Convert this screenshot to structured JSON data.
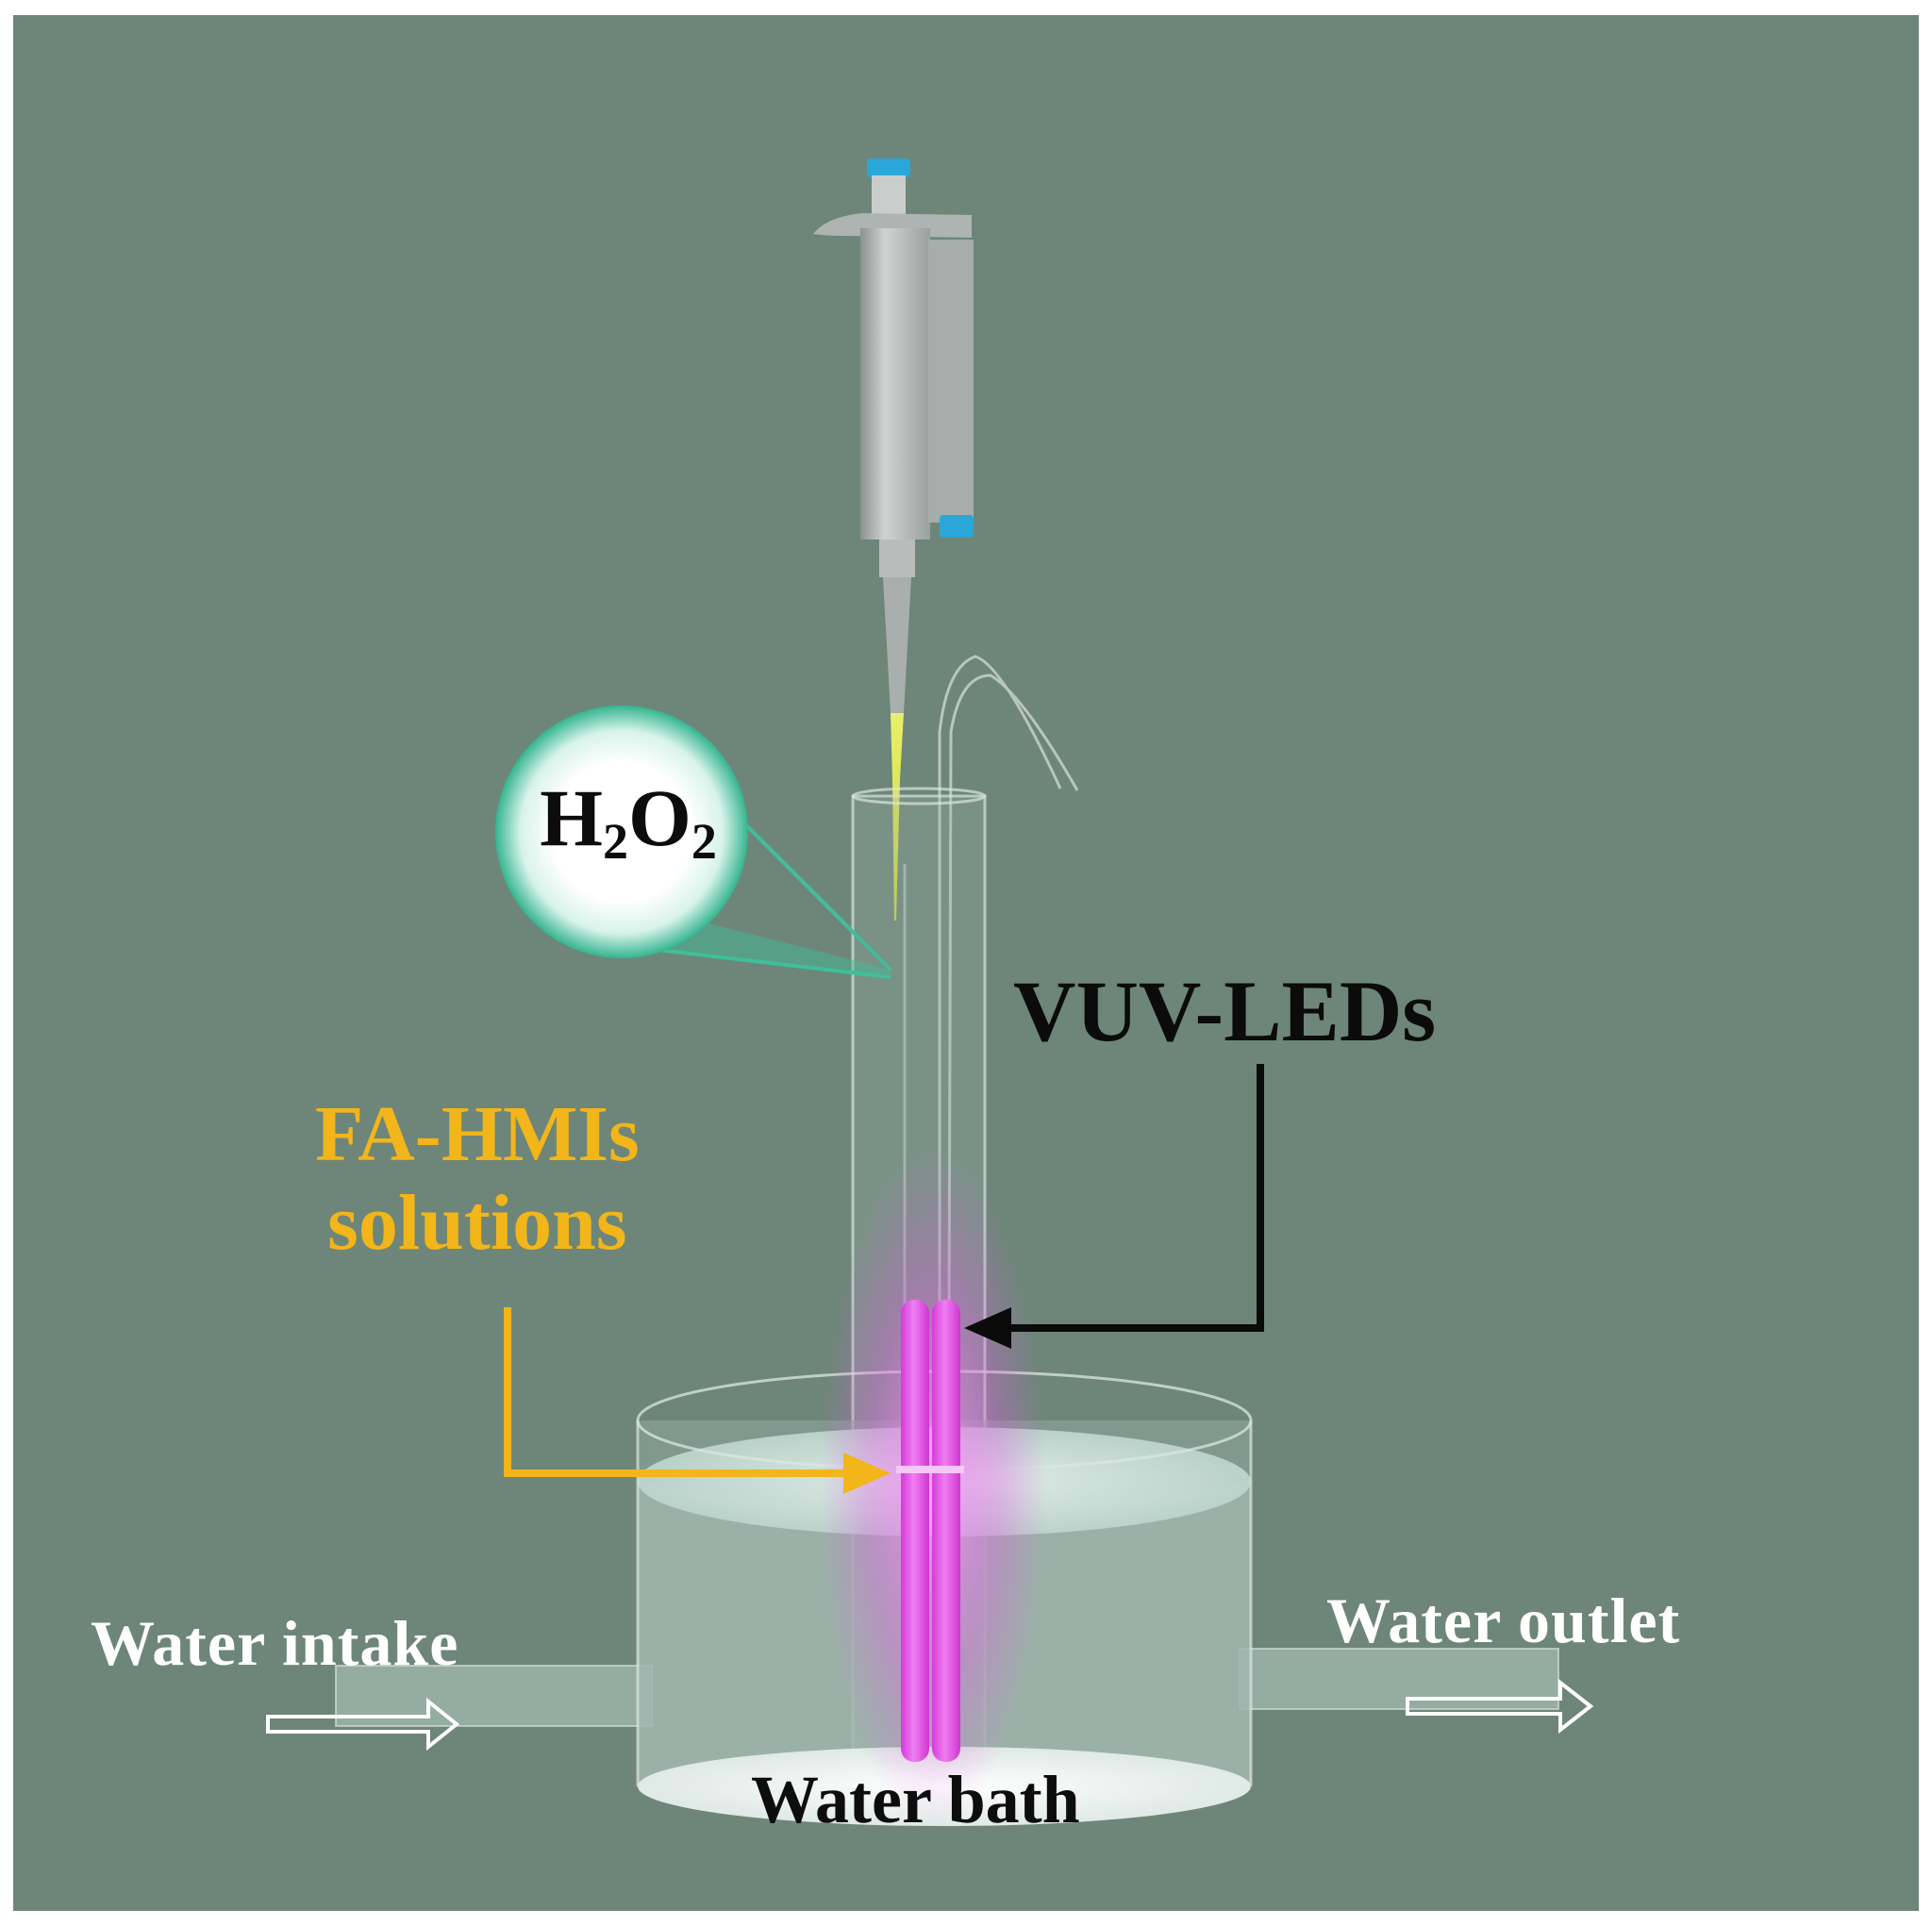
{
  "labels": {
    "vuv_leds": "VUV-LEDs",
    "fa_hmis_line1": "FA-HMIs",
    "fa_hmis_line2": "solutions",
    "water_intake": "Water intake",
    "water_outlet": "Water outlet",
    "water_bath": "Water bath",
    "h2o2": {
      "h": "H",
      "sub1": "2",
      "o": "O",
      "sub2": "2"
    }
  },
  "colors": {
    "background": "#6d8679",
    "fa_label": "#f2b51a",
    "arrow_black": "#0b0b0b",
    "arrow_yellow": "#f2b51a",
    "led_glow": "#e24ce6",
    "bubble_ring": "#3fbf9a"
  }
}
